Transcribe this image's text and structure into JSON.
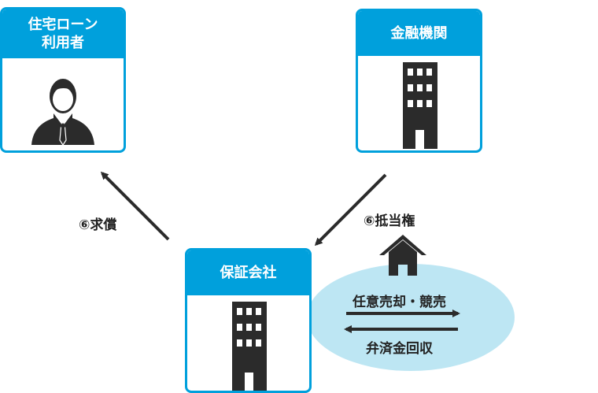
{
  "borrower": {
    "label": "住宅ローン\n利用者"
  },
  "bank": {
    "label": "金融機関"
  },
  "guarantor": {
    "label": "保証会社"
  },
  "arrows": {
    "reimbursement": "⑥求償",
    "mortgage": "⑥抵当権"
  },
  "process": {
    "sale": "任意売却・競売",
    "repayment": "弁済金回収"
  },
  "colors": {
    "accent": "#00a0dc",
    "icon": "#2b2b2b",
    "ellipse": "#bde6f3"
  }
}
